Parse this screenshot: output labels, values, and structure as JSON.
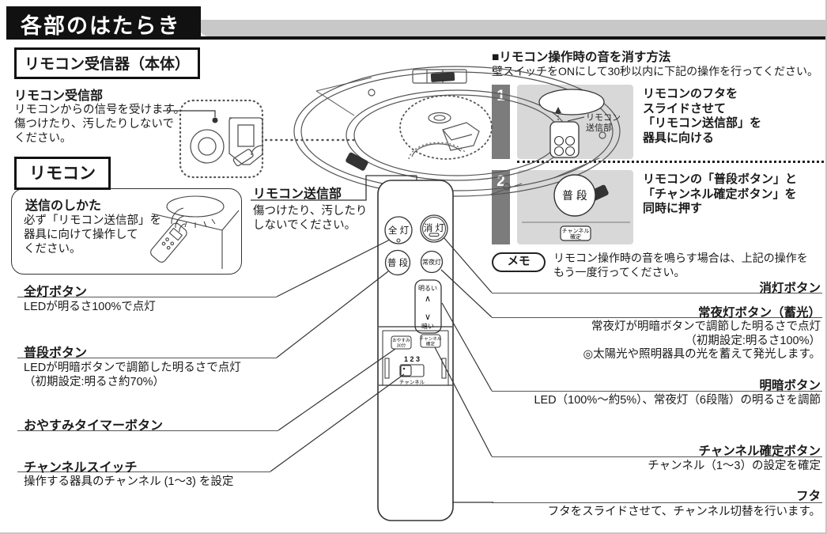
{
  "colors": {
    "banner": "#111111",
    "banner_tab": "#c8c8c8",
    "step_box_bg": "#d8d8d8",
    "step_tab_bg": "#7c7c7c"
  },
  "header": {
    "title": "各部のはたらき"
  },
  "receiver": {
    "box_label": "リモコン受信器（本体）",
    "part_title": "リモコン受信部",
    "desc_lines": [
      "リモコンからの信号を受けます。",
      "傷つけたり、汚したりしないで",
      "ください。"
    ]
  },
  "remote": {
    "box_label": "リモコン",
    "howto_title": "送信のしかた",
    "howto_lines": [
      "必ず「リモコン送信部」を",
      "器具に向けて操作して",
      "ください。"
    ],
    "transmitter_title": "リモコン送信部",
    "transmitter_lines": [
      "傷つけたり、汚したり",
      "しないでください。"
    ],
    "buttons": {
      "all_on": "全 灯",
      "off": "消 灯",
      "normal": "普 段",
      "night": "常夜灯",
      "bright": "明るい",
      "bright_arrow": "∧",
      "dark_arrow": "∨",
      "dark": "暗い",
      "sleep_line1": "おやすみ",
      "sleep_line2": "30分",
      "ch_set_line1": "チャンネル",
      "ch_set_line2": "確定",
      "ch_numbers": "1 2 3",
      "ch_label": "チャンネル"
    }
  },
  "left_labels": {
    "all_on": {
      "title": "全灯ボタン",
      "desc": [
        "LEDが明るさ100%で点灯"
      ]
    },
    "normal": {
      "title": "普段ボタン",
      "desc": [
        "LEDが明暗ボタンで調節した明るさで点灯",
        "（初期設定:明るさ約70%）"
      ]
    },
    "sleep": {
      "title": "おやすみタイマーボタン"
    },
    "ch_switch": {
      "title": "チャンネルスイッチ",
      "desc": [
        "操作する器具のチャンネル (1～3) を設定"
      ]
    }
  },
  "right_labels": {
    "off": {
      "title": "消灯ボタン"
    },
    "night": {
      "title": "常夜灯ボタン（蓄光）",
      "desc": [
        "常夜灯が明暗ボタンで調節した明るさで点灯",
        "（初期設定:明るさ100%）",
        "◎太陽光や照明器具の光を蓄えて発光します。"
      ]
    },
    "dim": {
      "title": "明暗ボタン",
      "desc": [
        "LED（100%～約5%）、常夜灯（6段階）の明るさを調節"
      ]
    },
    "ch_set": {
      "title": "チャンネル確定ボタン",
      "desc": [
        "チャンネル（1～3）の設定を確定"
      ]
    },
    "cover": {
      "title": "フタ",
      "desc": [
        "フタをスライドさせて、チャンネル切替を行います。"
      ]
    }
  },
  "mute_guide": {
    "title": "■リモコン操作時の音を消す方法",
    "subtitle": "壁スイッチをONにして30秒以内に下記の操作を行ってください。",
    "step1": {
      "number": "1",
      "lines": [
        "リモコンのフタを",
        "スライドさせて",
        "「リモコン送信部」を",
        "器具に向ける"
      ],
      "fig_label_line1": "リモコン",
      "fig_label_line2": "送信部"
    },
    "step2": {
      "number": "2",
      "lines": [
        "リモコンの「普段ボタン」と",
        "「チャンネル確定ボタン」を",
        "同時に押す"
      ],
      "fig_button": "普 段",
      "fig_small_line1": "チャンネル",
      "fig_small_line2": "確定"
    },
    "memo_label": "メモ",
    "memo_lines": [
      "リモコン操作時の音を鳴らす場合は、上記の操作を",
      "もう一度行ってください。"
    ]
  }
}
